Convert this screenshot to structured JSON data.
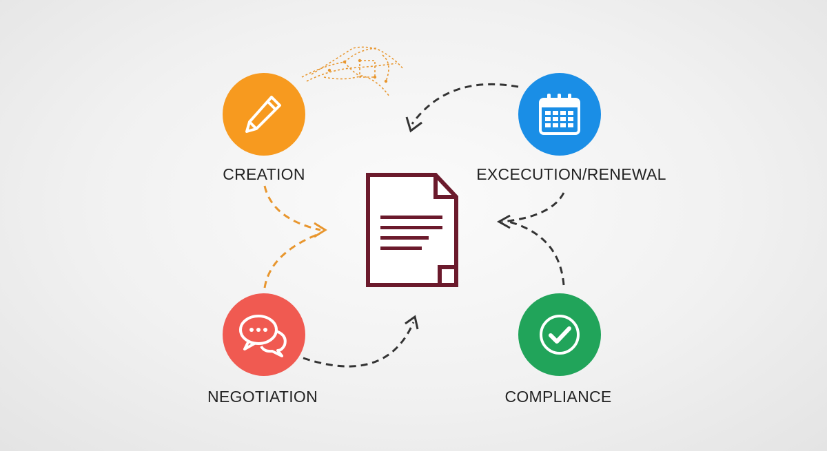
{
  "nodes": {
    "creation": {
      "label": "CREATION",
      "color": "#f79a1f",
      "icon": "pencil-icon"
    },
    "execution": {
      "label": "EXCECUTION/RENEWAL",
      "color": "#1a8ee6",
      "icon": "calendar-icon"
    },
    "negotiation": {
      "label": "NEGOTIATION",
      "color": "#f05a51",
      "icon": "chat-bubbles-icon"
    },
    "compliance": {
      "label": "COMPLIANCE",
      "color": "#21a45a",
      "icon": "checkmark-icon"
    }
  },
  "center": {
    "icon": "document-icon",
    "color": "#6b1a2c"
  },
  "arrows": {
    "orange_color": "#e8962e",
    "dark_color": "#333333"
  }
}
